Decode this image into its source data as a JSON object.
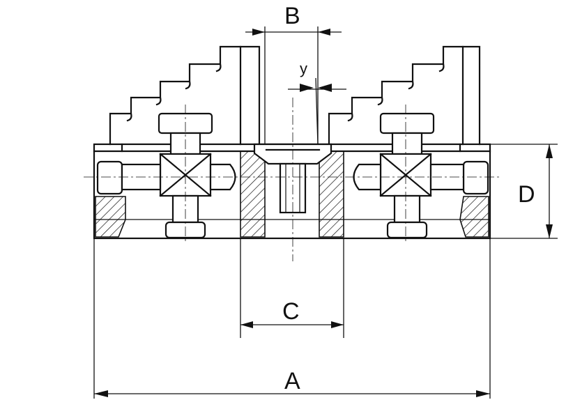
{
  "drawing": {
    "dimension_labels": {
      "A": "A",
      "B": "B",
      "C": "C",
      "D": "D",
      "y": "y"
    }
  }
}
